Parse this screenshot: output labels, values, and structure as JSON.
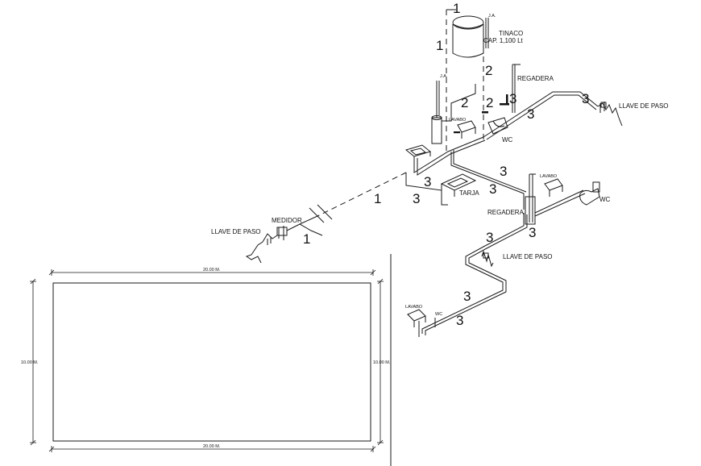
{
  "labels": {
    "tinaco": "TINACO",
    "tinaco_cap": "CAP. 1,100 Lt",
    "ja_top": "J.A.",
    "ja_mid": "J.A.",
    "regadera_top": "REGADERA",
    "regadera_mid": "REGADERA",
    "lavabo_top": "LAVABO",
    "lavabo_mid": "LAVABO",
    "lavabo_bottom": "LAVABO",
    "wc_top": "WC",
    "wc_mid": "WC",
    "wc_bottom": "WC",
    "llave_paso_right": "LLAVE DE PASO",
    "llave_paso_left": "LLAVE DE PASO",
    "llave_paso_lower": "LLAVE DE PASO",
    "medidor": "MEDIDOR",
    "tarja": "TARJA"
  },
  "pipe_numbers": {
    "n1_top": "1",
    "n1_tank": "1",
    "n1_main": "1",
    "n1_meter": "1",
    "n2_a": "2",
    "n2_b": "2",
    "n2_c": "2",
    "n3_a": "3",
    "n3_b": "3",
    "n3_c": "3",
    "n3_d": "3",
    "n3_e": "3",
    "n3_f": "3",
    "n3_g": "3",
    "n3_h": "3",
    "n3_i": "3"
  },
  "dimensions": {
    "top": "20.00 M.",
    "bottom": "20.00 M.",
    "left": "10.00 M.",
    "right": "10.00 M."
  }
}
